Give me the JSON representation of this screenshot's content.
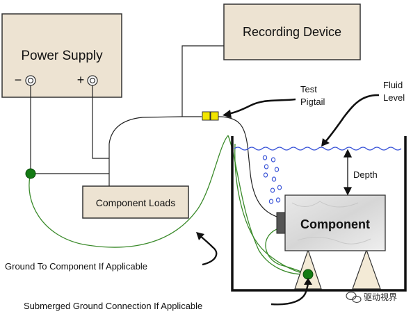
{
  "boxes": {
    "power_supply": "Power Supply",
    "recording_device": "Recording Device",
    "component_loads": "Component Loads",
    "component": "Component"
  },
  "terminals": {
    "negative": "−",
    "positive": "+"
  },
  "labels": {
    "test_pigtail_line1": "Test",
    "test_pigtail_line2": "Pigtail",
    "fluid_level_line1": "Fluid",
    "fluid_level_line2": "Level",
    "depth": "Depth",
    "ground_to_component": "Ground To Component If Applicable",
    "submerged_ground": "Submerged Ground Connection If Applicable"
  },
  "watermark": "驱动视界",
  "colors": {
    "box_fill": "#ede3d2",
    "ground_wire": "#3a8a2a",
    "ground_dot": "#137a13",
    "connector": "#f2e600",
    "fluid_line": "#3b55d8",
    "bubble": "#3b55d8",
    "support_fill": "#f3ead6"
  }
}
